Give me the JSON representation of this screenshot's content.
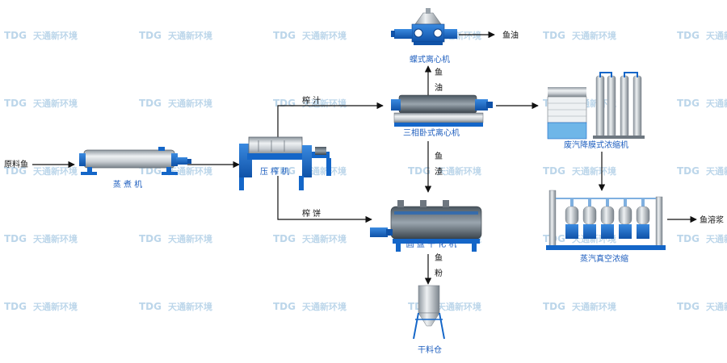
{
  "watermark": {
    "logo": "TDG",
    "company": "天通新环境"
  },
  "colors": {
    "machine_blue": "#1466c8",
    "steel": "#b8c0c8",
    "label_blue": "#1f5fbf",
    "watermark": "#bcd6ea"
  },
  "equipment": {
    "cooker": "蒸 煮 机",
    "press": "压 榨 机",
    "butterfly_centrifuge": "蝶式离心机",
    "decanter": "三相卧式离心机",
    "evaporator": "废汽降膜式浓缩机",
    "vacuum_evaporator": "蒸汽真空浓缩",
    "disc_dryer": "圆 盘 干 化 机",
    "silo": "干料仓"
  },
  "flows": {
    "raw_fish": "原料鱼",
    "press_liquor": "榨 汁",
    "press_cake": "榨 饼",
    "fish_oil_vertical": "鱼\n油",
    "fish_oil": "鱼油",
    "fish_residue": "鱼\n渣",
    "fish_meal": "鱼\n粉",
    "fish_soluble": "鱼溶浆"
  }
}
